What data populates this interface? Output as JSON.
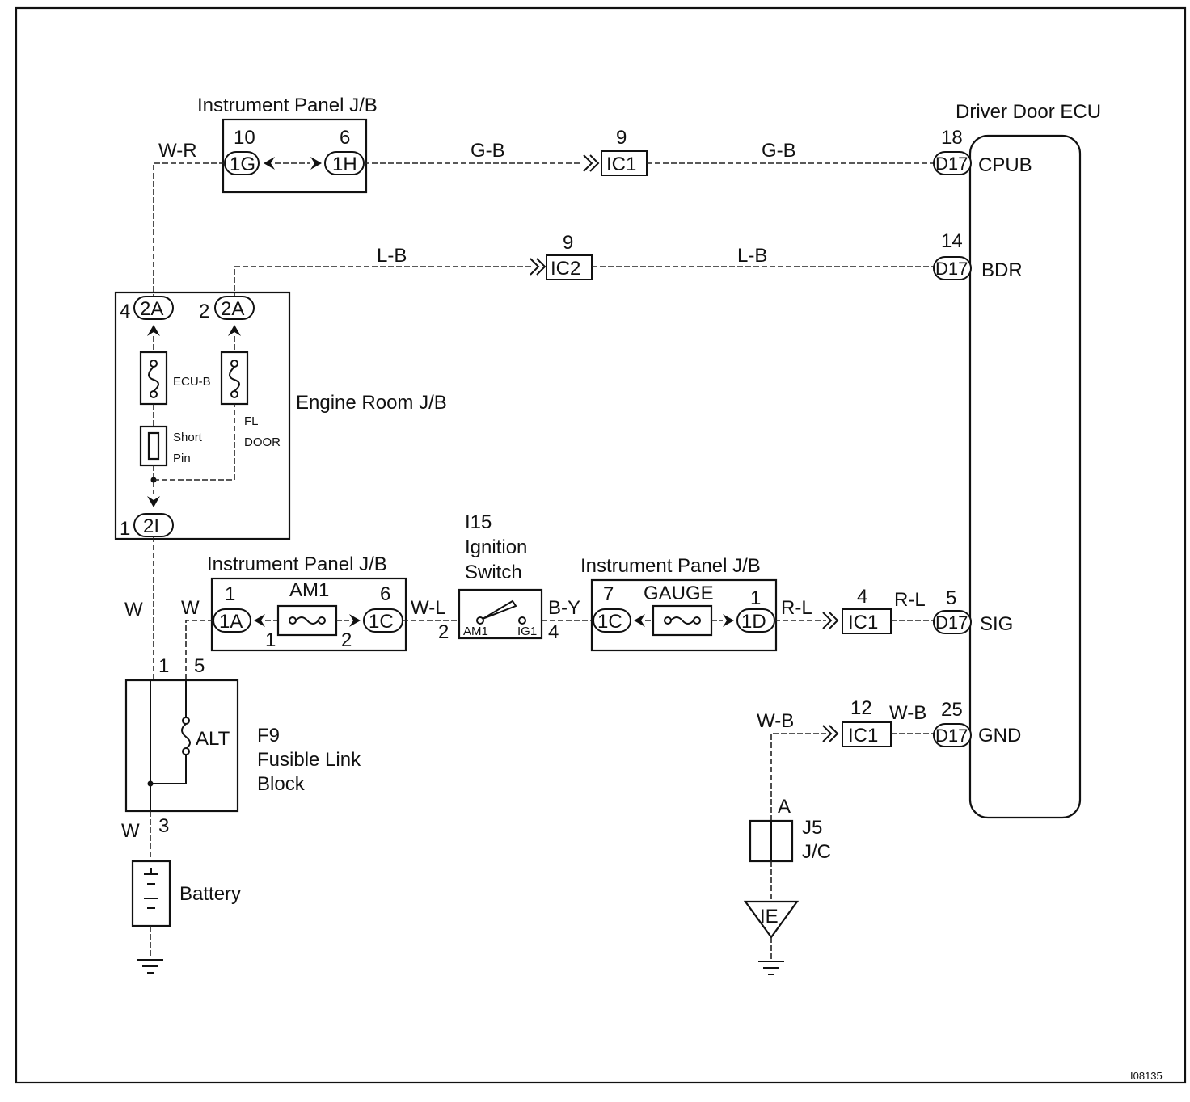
{
  "title": "",
  "figure_id": "I08135",
  "components": {
    "ip_jb_top": "Instrument Panel J/B",
    "ip_jb_am1": "Instrument Panel J/B",
    "ip_jb_gauge": "Instrument Panel J/B",
    "engine_room_jb": "Engine Room J/B",
    "driver_door_ecu": "Driver Door ECU",
    "ignition_switch": [
      "I15",
      "Ignition",
      "Switch"
    ],
    "fusible_link": [
      "F9",
      "Fusible Link",
      "Block"
    ],
    "battery": "Battery",
    "jc": [
      "J5",
      "J/C"
    ],
    "ground_ie": "IE"
  },
  "fuses": {
    "am1": "AM1",
    "gauge": "GAUGE",
    "ecu_b": "ECU-B",
    "fl_door": [
      "FL",
      "DOOR"
    ],
    "short_pin": [
      "Short",
      "Pin"
    ],
    "alt": "ALT"
  },
  "connectors": {
    "c1G": "1G",
    "c1H": "1H",
    "ic1_top": "IC1",
    "d17_cpub": "D17",
    "ic2": "IC2",
    "d17_bdr": "D17",
    "c2A_left": "2A",
    "c2A_right": "2A",
    "c2I": "2I",
    "c1A": "1A",
    "c1C_am1": "1C",
    "c1C_gauge": "1C",
    "c1D": "1D",
    "ic1_sig": "IC1",
    "d17_sig": "D17",
    "ic1_gnd": "IC1",
    "d17_gnd": "D17",
    "switch_am1": "AM1",
    "switch_ig1": "IG1"
  },
  "ecu_terminals": {
    "cpub": "CPUB",
    "bdr": "BDR",
    "sig": "SIG",
    "gnd": "GND"
  },
  "pins": {
    "p10": "10",
    "p6_top": "6",
    "p9_ic1": "9",
    "p18": "18",
    "p9_ic2": "9",
    "p14": "14",
    "p4_2a": "4",
    "p2_2a": "2",
    "p1_2i": "1",
    "p1_1a": "1",
    "p1_am1": "1",
    "p2_am1": "2",
    "p6_1c": "6",
    "p2_sw": "2",
    "p4_sw": "4",
    "p7_1c": "7",
    "p1_1d": "1",
    "p4_ic1": "4",
    "p5_d17": "5",
    "p12_ic1": "12",
    "p25_d17": "25",
    "p1_fl": "1",
    "p5_fl": "5",
    "p3_fl": "3",
    "pA_jc": "A"
  },
  "wires": {
    "w_r": "W-R",
    "g_b_1": "G-B",
    "g_b_2": "G-B",
    "l_b_1": "L-B",
    "l_b_2": "L-B",
    "w_main": "W",
    "w_am1": "W",
    "w_l": "W-L",
    "b_y": "B-Y",
    "r_l_1": "R-L",
    "r_l_2": "R-L",
    "w_b_1": "W-B",
    "w_b_2": "W-B",
    "w_batt": "W"
  }
}
